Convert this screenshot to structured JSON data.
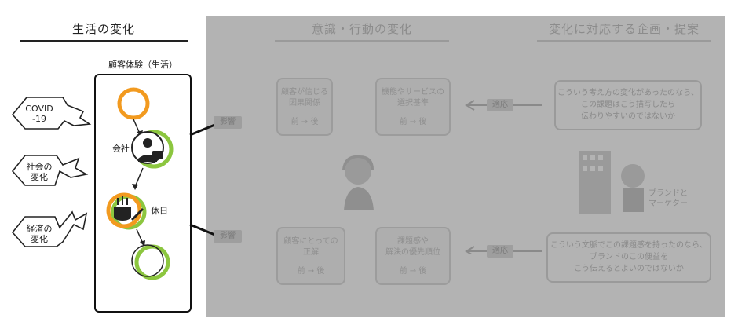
{
  "headers": {
    "life_change": "生活の変化",
    "awareness_change": "意識・行動の変化",
    "planning": "変化に対応する企画・提案"
  },
  "customer_experience_label": "顧客体験（生活）",
  "external_factors": [
    {
      "line1": "COVID",
      "line2": "-19"
    },
    {
      "line1": "社会の",
      "line2": "変化"
    },
    {
      "line1": "経済の",
      "line2": "変化"
    }
  ],
  "life_labels": {
    "company": "会社",
    "holiday": "休日"
  },
  "influence_tags": [
    "影響",
    "影響"
  ],
  "adapt_tags": [
    "適応",
    "適応"
  ],
  "awareness_boxes": [
    {
      "line1": "顧客が信じる",
      "line2": "因果関係",
      "before": "前",
      "arrow": "→",
      "after": "後"
    },
    {
      "line1": "機能やサービスの",
      "line2": "選択基準",
      "before": "前",
      "arrow": "→",
      "after": "後"
    },
    {
      "line1": "顧客にとっての",
      "line2": "正解",
      "before": "前",
      "arrow": "→",
      "after": "後"
    },
    {
      "line1": "課題感や",
      "line2": "解決の優先順位",
      "before": "前",
      "arrow": "→",
      "after": "後"
    }
  ],
  "proposal_bubbles": [
    {
      "line1": "こういう考え方の変化があったのなら、",
      "line2": "この課題はこう描写したら",
      "line3": "伝わりやすいのではないか"
    },
    {
      "line1": "こういう文脈でこの課題感を持ったのなら、",
      "line2": "ブランドのこの便益を",
      "line3": "こう伝えるとよいのではないか"
    }
  ],
  "brand_label": {
    "line1": "ブランドと",
    "line2": "マーケター"
  },
  "colors": {
    "orange": "#f29a1f",
    "green": "#8cc63f",
    "panel_gray": "#b3b3b3",
    "faded_text": "#8c8c8c"
  }
}
